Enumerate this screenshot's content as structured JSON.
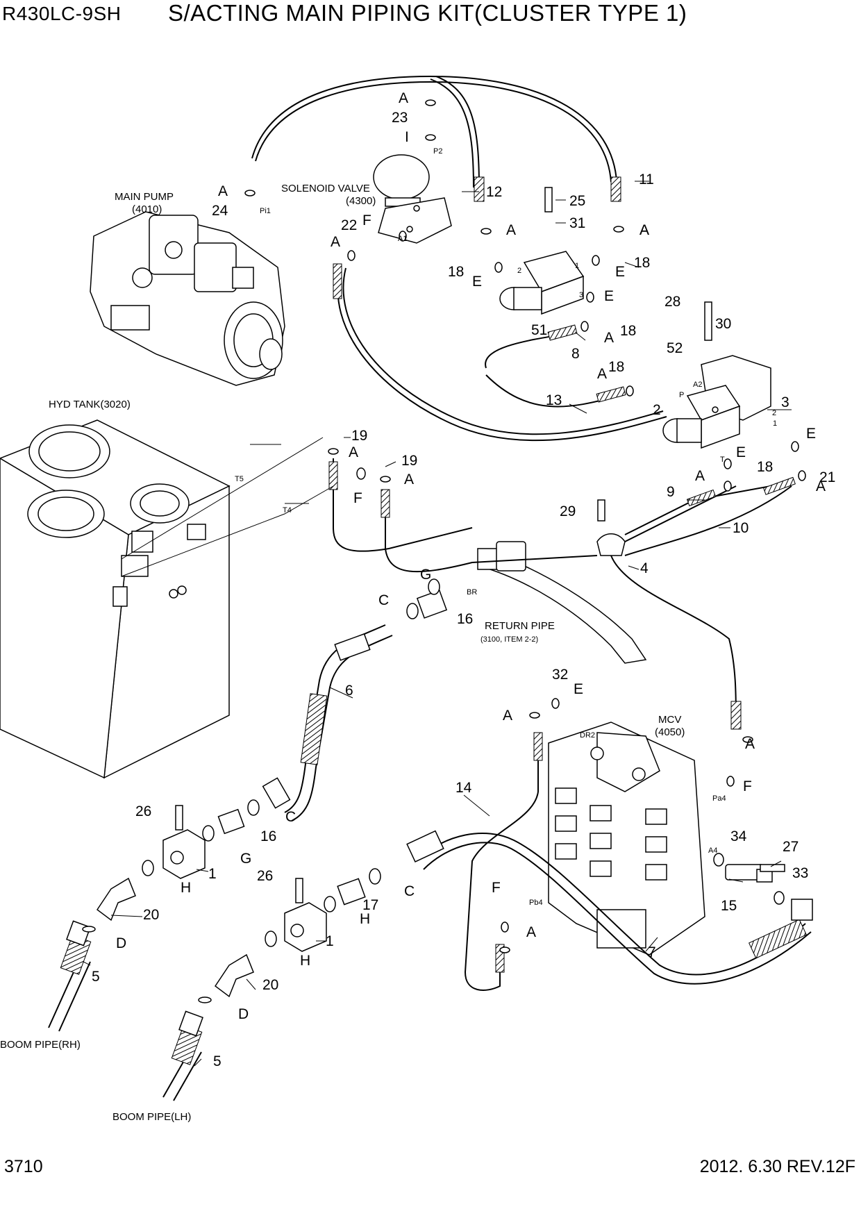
{
  "header": {
    "model": "R430LC-9SH",
    "title": "S/ACTING MAIN PIPING KIT(CLUSTER TYPE 1)"
  },
  "footer": {
    "page": "3710",
    "revision": "2012. 6.30  REV.12F"
  },
  "component_labels": {
    "main_pump": [
      "MAIN PUMP",
      "(4010)"
    ],
    "solenoid_valve": [
      "SOLENOID VALVE",
      "(4300)"
    ],
    "hyd_tank": "HYD TANK(3020)",
    "return_pipe": [
      "RETURN PIPE",
      "(3100, ITEM 2-2)"
    ],
    "mcv": [
      "MCV",
      "(4050)"
    ],
    "boom_pipe_rh": "BOOM PIPE(RH)",
    "boom_pipe_lh": "BOOM PIPE(LH)"
  },
  "port_labels": [
    "P2",
    "Pi1",
    "A1",
    "P",
    "A2",
    "T",
    "T5",
    "T4",
    "BR",
    "DR2",
    "Pa4",
    "A4",
    "Pb4",
    "1",
    "2",
    "3",
    "1",
    "2"
  ],
  "callouts": [
    "A",
    "23",
    "I",
    "A",
    "24",
    "22",
    "F",
    "A",
    "12",
    "25",
    "A",
    "31",
    "A",
    "11",
    "A",
    "18",
    "18",
    "E",
    "E",
    "E",
    "51",
    "A",
    "18",
    "28",
    "30",
    "52",
    "18",
    "A",
    "8",
    "13",
    "2",
    "3",
    "E",
    "E",
    "21",
    "18",
    "A",
    "A",
    "19",
    "A",
    "19",
    "A",
    "F",
    "9",
    "29",
    "10",
    "4",
    "G",
    "C",
    "16",
    "32",
    "E",
    "A",
    "A",
    "14",
    "F",
    "26",
    "16",
    "C",
    "G",
    "1",
    "H",
    "20",
    "D",
    "5",
    "34",
    "27",
    "33",
    "26",
    "C",
    "17",
    "H",
    "1",
    "H",
    "20",
    "D",
    "5",
    "F",
    "A",
    "15",
    "7",
    "6"
  ],
  "line_colour": "#000000"
}
